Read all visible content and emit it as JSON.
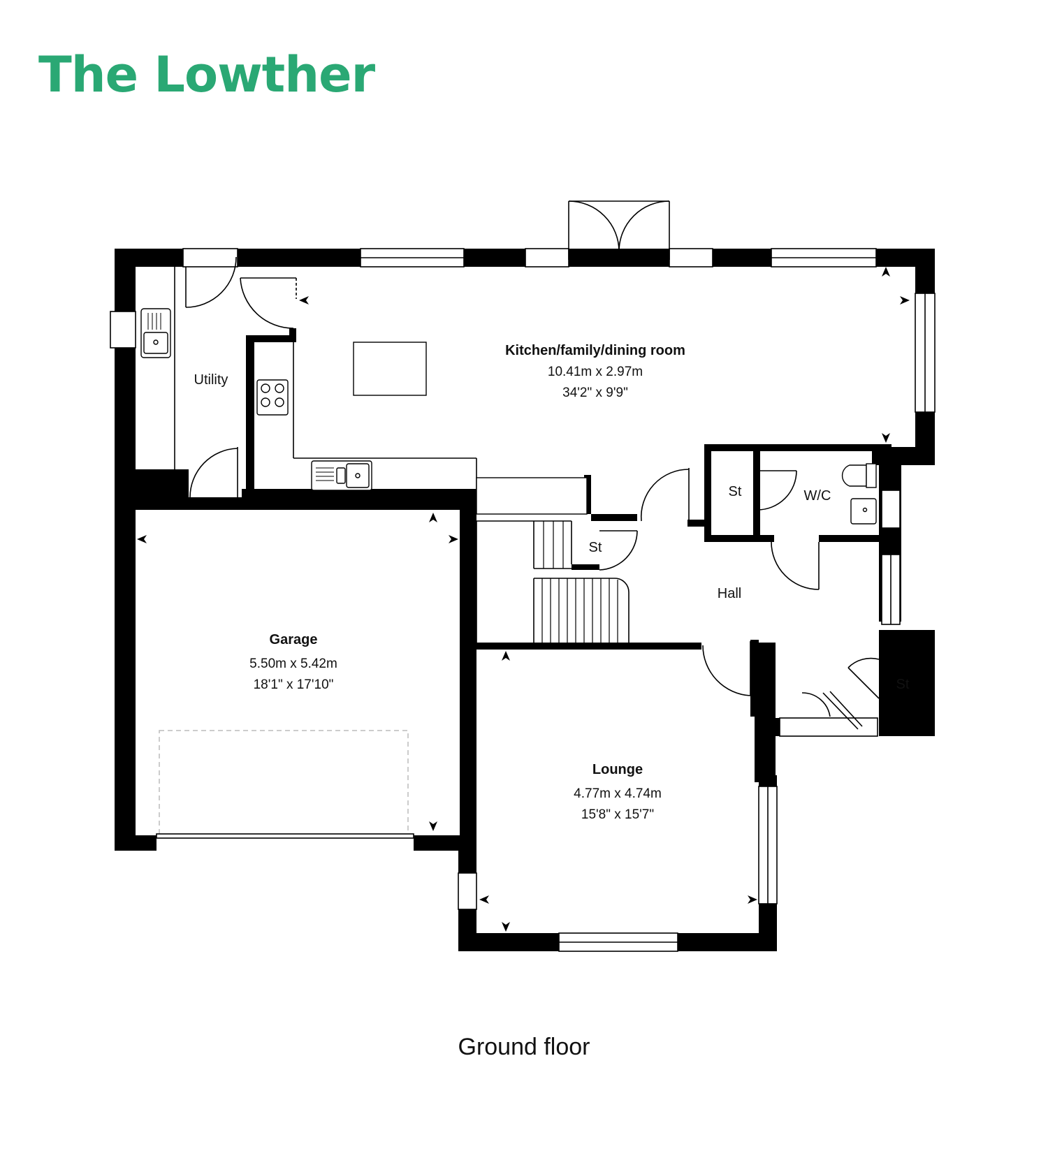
{
  "title": "The Lowther",
  "title_color": "#2aa874",
  "caption": "Ground floor",
  "rooms": {
    "kitchen": {
      "name": "Kitchen/family/dining room",
      "dim_metric": "10.41m x 2.97m",
      "dim_imperial": "34'2\" x 9'9\""
    },
    "utility": {
      "name": "Utility"
    },
    "garage": {
      "name": "Garage",
      "dim_metric": "5.50m x 5.42m",
      "dim_imperial": "18'1\" x 17'10\""
    },
    "lounge": {
      "name": "Lounge",
      "dim_metric": "4.77m x 4.74m",
      "dim_imperial": "15'8\" x 15'7\""
    },
    "hall": {
      "name": "Hall"
    },
    "wc": {
      "name": "W/C"
    },
    "store_stairs": {
      "name": "St"
    },
    "store_wc": {
      "name": "St"
    },
    "store_porch": {
      "name": "St"
    }
  }
}
